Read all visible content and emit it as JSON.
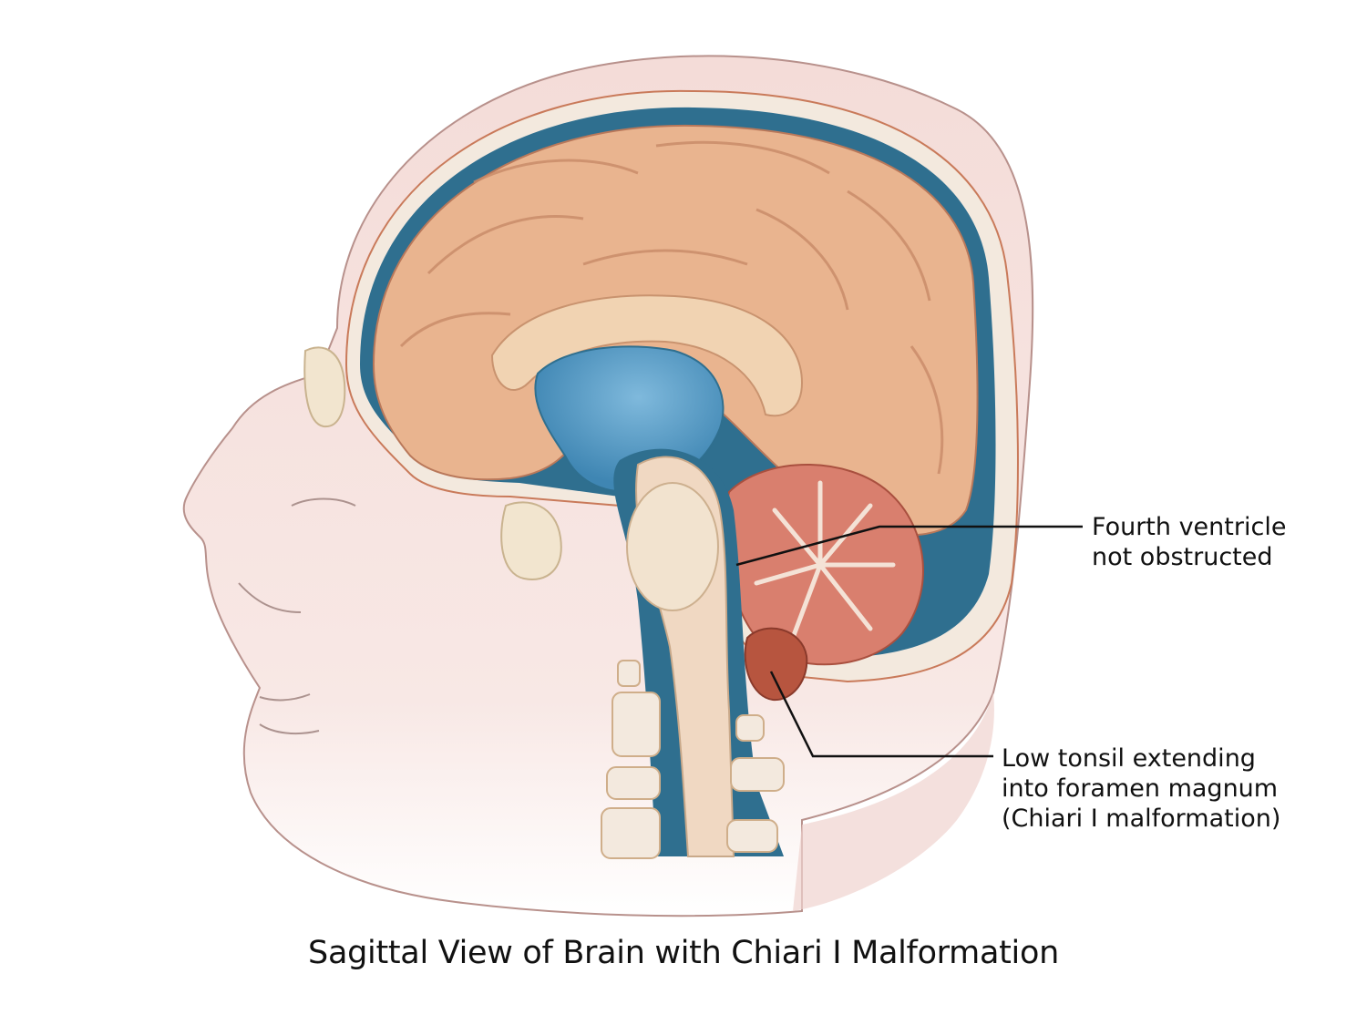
{
  "title": "Sagittal View of Brain with Chiari I Malformation",
  "callouts": {
    "fourth_ventricle": {
      "line1": "Fourth ventricle",
      "line2": "not obstructed"
    },
    "low_tonsil": {
      "line1": "Low tonsil extending",
      "line2": "into foramen magnum",
      "line3": "(Chiari I malformation)"
    }
  },
  "colors": {
    "skin": "#f4dcd8",
    "skull": "#f3e9de",
    "csf": "#2f6f8f",
    "ventricle": "#5a9cc4",
    "cerebrum": "#e9b48f",
    "cerebellum": "#d97f6e",
    "brainstem": "#f0d8c2",
    "tonsil": "#b7553f",
    "leader_line": "#111111",
    "text": "#111111"
  }
}
